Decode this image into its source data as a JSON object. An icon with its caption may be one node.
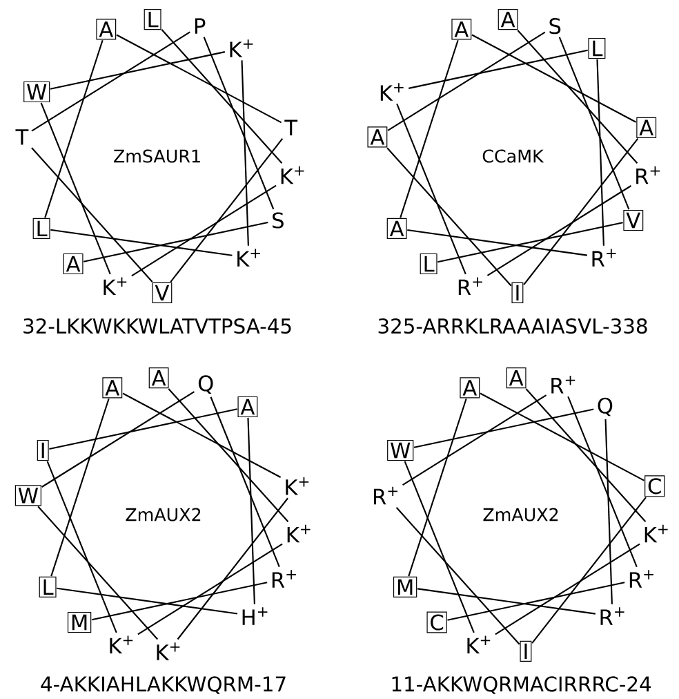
{
  "diagram": {
    "nodes": [
      {
        "text": [
          "L"
        ]
      },
      {
        "text": [
          "K$^{+}$"
        ]
      },
      {
        "text": [
          "K$^{+}$"
        ]
      },
      {
        "text": [
          "W"
        ]
      },
      {
        "text": [
          "K$^{+}$"
        ]
      },
      {
        "text": [
          "K$^{+}$"
        ]
      },
      {
        "text": [
          "L"
        ]
      },
      {
        "text": [
          "A"
        ]
      },
      {
        "text": [
          "T"
        ]
      },
      {
        "text": [
          "V"
        ]
      },
      {
        "text": [
          "T"
        ]
      },
      {
        "text": [
          "P"
        ]
      },
      {
        "text": [
          "S"
        ]
      },
      {
        "text": [
          "A"
        ]
      },
      {
        "text": [
          "A"
        ]
      },
      {
        "text": [
          "R$^{+}$"
        ]
      },
      {
        "text": [
          "R$^{+}$"
        ]
      },
      {
        "text": [
          "K$^{+}$"
        ]
      },
      {
        "text": [
          "L"
        ]
      },
      {
        "text": [
          "R$^{+}$"
        ]
      },
      {
        "text": [
          "A"
        ]
      },
      {
        "text": [
          "A"
        ]
      },
      {
        "text": [
          "A"
        ]
      },
      {
        "text": [
          "I"
        ]
      },
      {
        "text": [
          "A"
        ]
      },
      {
        "text": [
          "S"
        ]
      },
      {
        "text": [
          "V"
        ]
      },
      {
        "text": [
          "L"
        ]
      },
      {
        "text": [
          "A"
        ]
      },
      {
        "text": [
          "K$^{+}$"
        ]
      },
      {
        "text": [
          "K$^{+}$"
        ]
      },
      {
        "text": [
          "I"
        ]
      },
      {
        "text": [
          "A"
        ]
      },
      {
        "text": [
          "H$^{+}$"
        ]
      },
      {
        "text": [
          "L"
        ]
      },
      {
        "text": [
          "A"
        ]
      },
      {
        "text": [
          "K$^{+}$"
        ]
      },
      {
        "text": [
          "K$^{+}$"
        ]
      },
      {
        "text": [
          "W"
        ]
      },
      {
        "text": [
          "Q"
        ]
      },
      {
        "text": [
          "R$^{+}$"
        ]
      },
      {
        "text": [
          "M"
        ]
      },
      {
        "text": [
          "A"
        ]
      },
      {
        "text": [
          "K$^{+}$"
        ]
      },
      {
        "text": [
          "K$^{+}$"
        ]
      },
      {
        "text": [
          "W"
        ]
      },
      {
        "text": [
          "Q"
        ]
      },
      {
        "text": [
          "R$^{+}$"
        ]
      },
      {
        "text": [
          "M"
        ]
      },
      {
        "text": [
          "A"
        ]
      },
      {
        "text": [
          "C"
        ]
      },
      {
        "text": [
          "I"
        ]
      },
      {
        "text": [
          "R$^{+}$"
        ]
      },
      {
        "text": [
          "R$^{+}$"
        ]
      },
      {
        "text": [
          "R$^{+}$"
        ]
      },
      {
        "text": [
          "C"
        ]
      }
    ],
    "edges": [
      {
        "from": 0,
        "to": 1,
        "arrow": "none"
      },
      {
        "from": 1,
        "to": 2,
        "arrow": "none"
      },
      {
        "from": 2,
        "to": 3,
        "arrow": "none"
      },
      {
        "from": 3,
        "to": 4,
        "arrow": "none"
      },
      {
        "from": 4,
        "to": 5,
        "arrow": "none"
      },
      {
        "from": 5,
        "to": 6,
        "arrow": "none"
      },
      {
        "from": 6,
        "to": 7,
        "arrow": "none"
      },
      {
        "from": 7,
        "to": 8,
        "arrow": "none"
      },
      {
        "from": 8,
        "to": 9,
        "arrow": "none"
      },
      {
        "from": 9,
        "to": 10,
        "arrow": "none"
      },
      {
        "from": 10,
        "to": 11,
        "arrow": "none"
      },
      {
        "from": 11,
        "to": 12,
        "arrow": "none"
      },
      {
        "from": 12,
        "to": 13,
        "arrow": "none"
      },
      {
        "from": 14,
        "to": 15,
        "arrow": "none"
      },
      {
        "from": 15,
        "to": 16,
        "arrow": "none"
      },
      {
        "from": 16,
        "to": 17,
        "arrow": "none"
      },
      {
        "from": 17,
        "to": 18,
        "arrow": "none"
      },
      {
        "from": 18,
        "to": 19,
        "arrow": "none"
      },
      {
        "from": 19,
        "to": 20,
        "arrow": "none"
      },
      {
        "from": 20,
        "to": 21,
        "arrow": "none"
      },
      {
        "from": 21,
        "to": 22,
        "arrow": "none"
      },
      {
        "from": 22,
        "to": 23,
        "arrow": "none"
      },
      {
        "from": 23,
        "to": 24,
        "arrow": "none"
      },
      {
        "from": 24,
        "to": 25,
        "arrow": "none"
      },
      {
        "from": 25,
        "to": 26,
        "arrow": "none"
      },
      {
        "from": 26,
        "to": 27,
        "arrow": "none"
      },
      {
        "from": 28,
        "to": 29,
        "arrow": "none"
      },
      {
        "from": 29,
        "to": 30,
        "arrow": "none"
      },
      {
        "from": 30,
        "to": 31,
        "arrow": "none"
      },
      {
        "from": 31,
        "to": 32,
        "arrow": "none"
      },
      {
        "from": 32,
        "to": 33,
        "arrow": "none"
      },
      {
        "from": 33,
        "to": 34,
        "arrow": "none"
      },
      {
        "from": 34,
        "to": 35,
        "arrow": "none"
      },
      {
        "from": 35,
        "to": 36,
        "arrow": "none"
      },
      {
        "from": 36,
        "to": 37,
        "arrow": "none"
      },
      {
        "from": 37,
        "to": 38,
        "arrow": "none"
      },
      {
        "from": 38,
        "to": 39,
        "arrow": "none"
      },
      {
        "from": 39,
        "to": 40,
        "arrow": "none"
      },
      {
        "from": 40,
        "to": 41,
        "arrow": "none"
      },
      {
        "from": 42,
        "to": 43,
        "arrow": "none"
      },
      {
        "from": 43,
        "to": 44,
        "arrow": "none"
      },
      {
        "from": 44,
        "to": 45,
        "arrow": "none"
      },
      {
        "from": 45,
        "to": 46,
        "arrow": "none"
      },
      {
        "from": 46,
        "to": 47,
        "arrow": "none"
      },
      {
        "from": 47,
        "to": 48,
        "arrow": "none"
      },
      {
        "from": 48,
        "to": 49,
        "arrow": "none"
      },
      {
        "from": 49,
        "to": 50,
        "arrow": "none"
      },
      {
        "from": 50,
        "to": 51,
        "arrow": "none"
      },
      {
        "from": 51,
        "to": 52,
        "arrow": "none"
      },
      {
        "from": 52,
        "to": 53,
        "arrow": "none"
      },
      {
        "from": 53,
        "to": 54,
        "arrow": "none"
      },
      {
        "from": 54,
        "to": 55,
        "arrow": "none"
      }
    ],
    "labels": [
      "ZmSAUR1",
      "32-LKKWKKWLATVTPSA-45",
      "CCaMK",
      "325-ARRKLRAAAIASVL-338",
      "ZmAUX2",
      "4-AKKIAHLAKKWQRM-17",
      "ZmAUX2",
      "11-AKKWQRMACIRRRC-24"
    ]
  }
}
